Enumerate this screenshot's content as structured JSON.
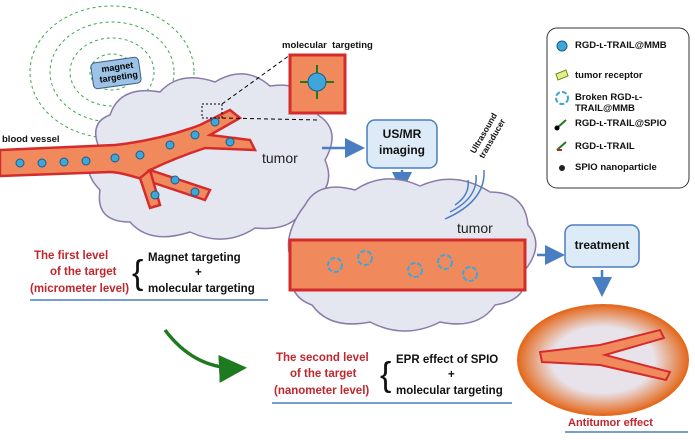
{
  "labels": {
    "magnet_targeting": "magnet\ntargeting",
    "blood_vessel": "blood vessel",
    "molecular_targeting_top": "molecular  targeting",
    "tumor_1": "tumor",
    "tumor_2": "tumor",
    "us_mr_imaging": "US/MR\nimaging",
    "ultrasound_transducer": "Ultrasound\ntransducer",
    "treatment": "treatment",
    "antitumor_effect": "Antitumor effect"
  },
  "first_level": {
    "line1": "The first level",
    "line2": "of the target",
    "line3": "(micrometer level)",
    "item1": "Magnet targeting",
    "plus": "+",
    "item2": "molecular targeting"
  },
  "second_level": {
    "line1": "The second level",
    "line2": "of the target",
    "line3": "(nanometer level)",
    "item1": "EPR effect of SPIO",
    "plus": "+",
    "item2": "molecular targeting"
  },
  "legend": [
    {
      "icon": "rgd-l-trail-mmb-icon",
      "label": "RGD-ʟ-TRAIL@MMB"
    },
    {
      "icon": "tumor-receptor-icon",
      "label": "tumor receptor"
    },
    {
      "icon": "broken-mmb-icon",
      "label": "Broken RGD-ʟ-TRAIL@MMB"
    },
    {
      "icon": "rgd-l-trail-spio-icon",
      "label": "RGD-ʟ-TRAIL@SPIO"
    },
    {
      "icon": "rgd-l-trail-icon",
      "label": "RGD-ʟ-TRAIL"
    },
    {
      "icon": "spio-nanoparticle-icon",
      "label": "SPIO nanoparticle"
    }
  ],
  "colors": {
    "vessel": "#f08a5d",
    "vessel_wall": "#d62b2b",
    "cloud": "#e4e7f0",
    "arrow_blue": "#4a7ec2",
    "arrow_green": "#1e7a1e",
    "box_fill": "#dcebf7",
    "label_red": "#c0262d"
  }
}
